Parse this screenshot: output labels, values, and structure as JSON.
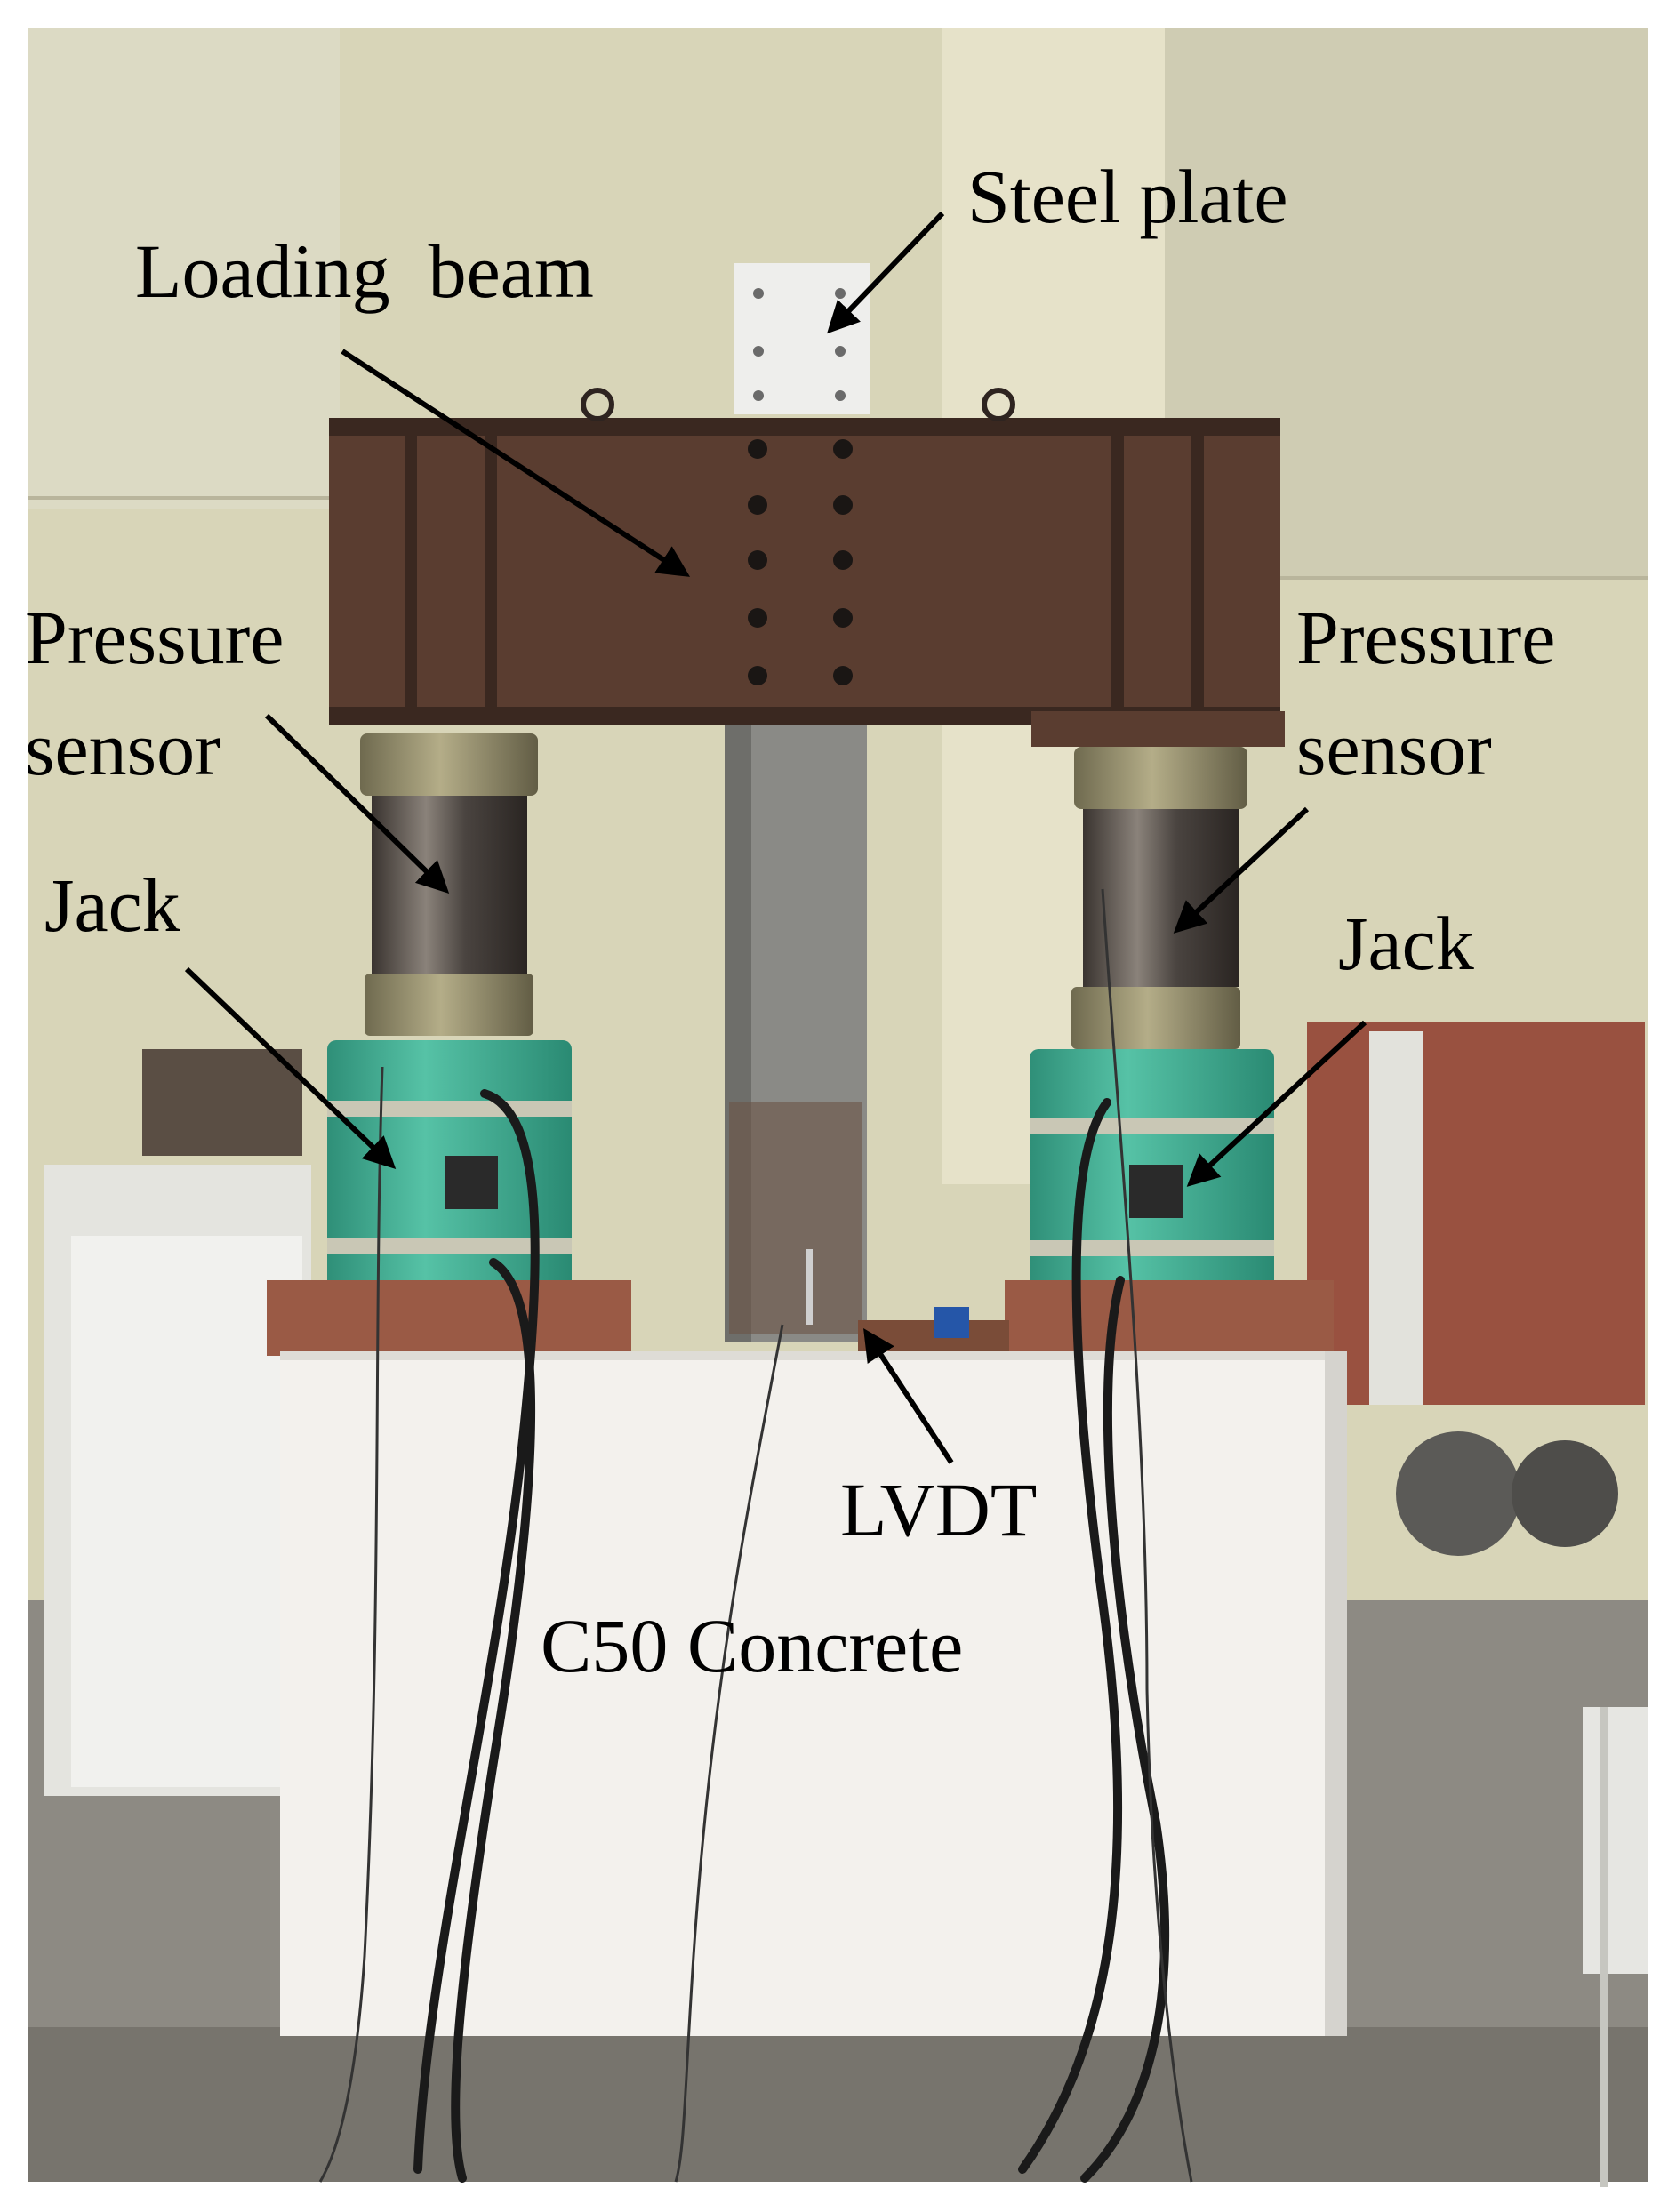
{
  "labels": {
    "steel_plate": "Steel plate",
    "loading_beam": "Loading  beam",
    "pressure_sensor_left": [
      "Pressure",
      "sensor"
    ],
    "pressure_sensor_right": [
      "Pressure",
      "sensor"
    ],
    "jack_left": "Jack",
    "jack_right": "Jack",
    "lvdt": "LVDT",
    "concrete": "C50 Concrete"
  },
  "colors": {
    "wall": "#d8d5b8",
    "floor": "#8a8780",
    "beam": "#5a3d30",
    "sensor_steel": "#4a4440",
    "collar_brass": "#8f8865",
    "jack_green": "#3fae93",
    "concrete_block": "#f3f1ed",
    "base_plate": "#9a5a45",
    "column_steel": "#8a8a86",
    "label_text": "#000000"
  }
}
